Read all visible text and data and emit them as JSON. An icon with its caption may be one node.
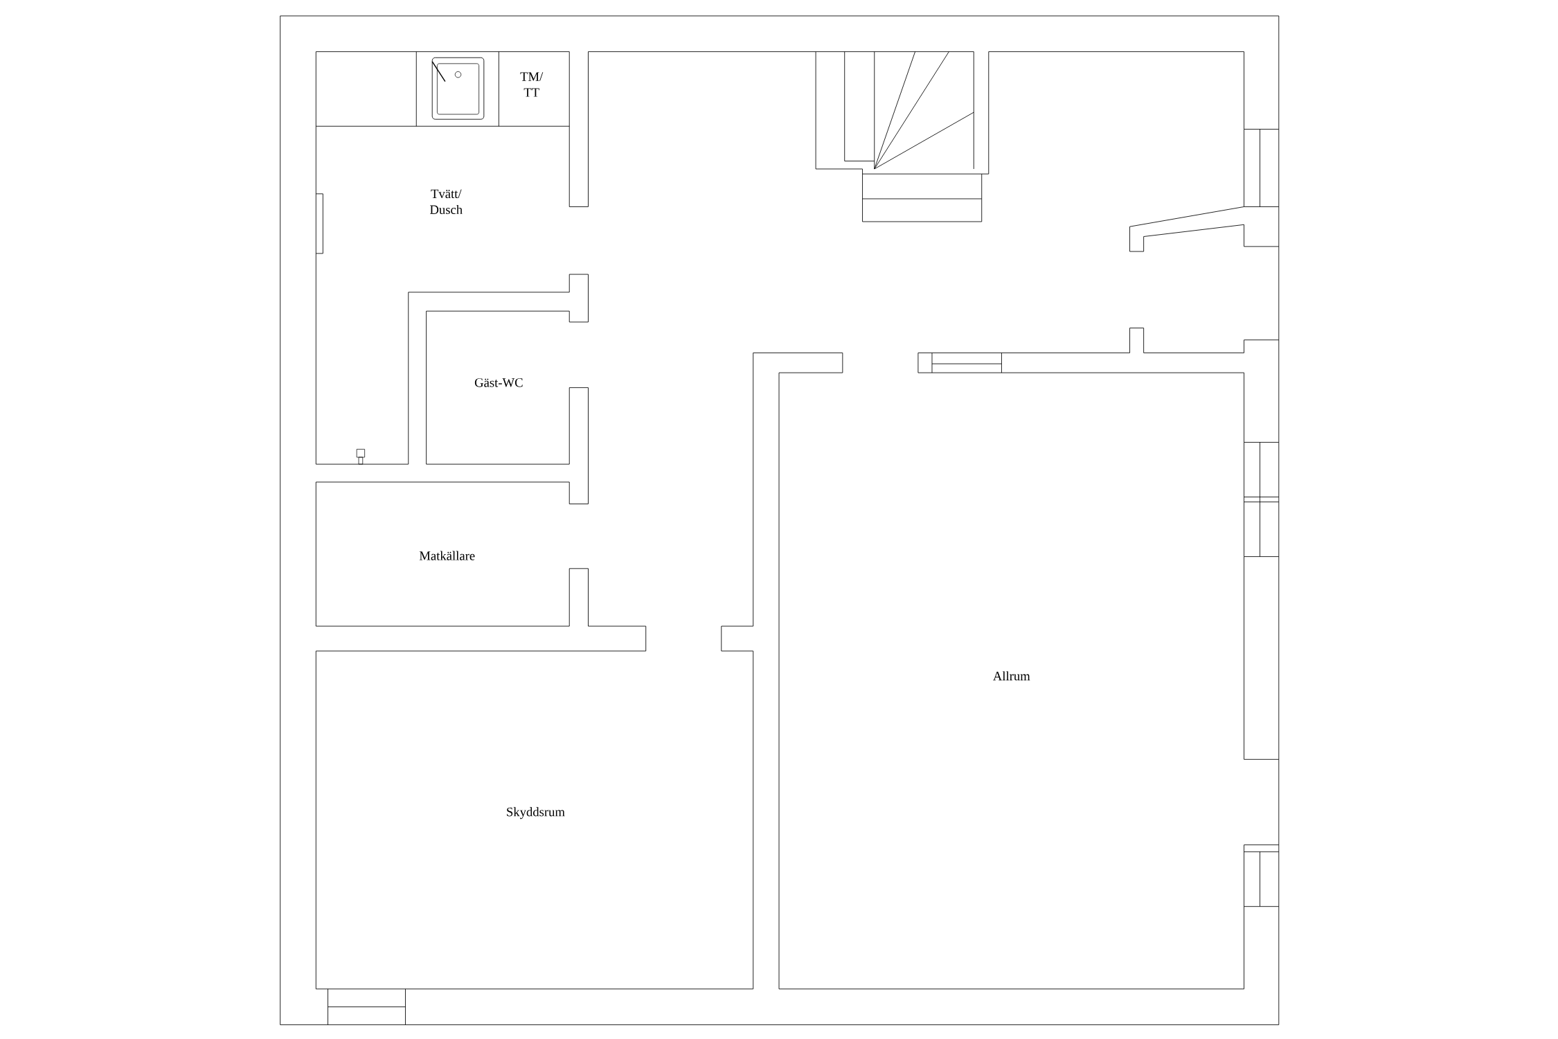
{
  "diagram": {
    "labels": [
      "TM/ TT",
      "Tvätt/ Dusch",
      "Gäst-WC",
      "Matkällare",
      "Skyddsrum",
      "Allrum"
    ]
  }
}
